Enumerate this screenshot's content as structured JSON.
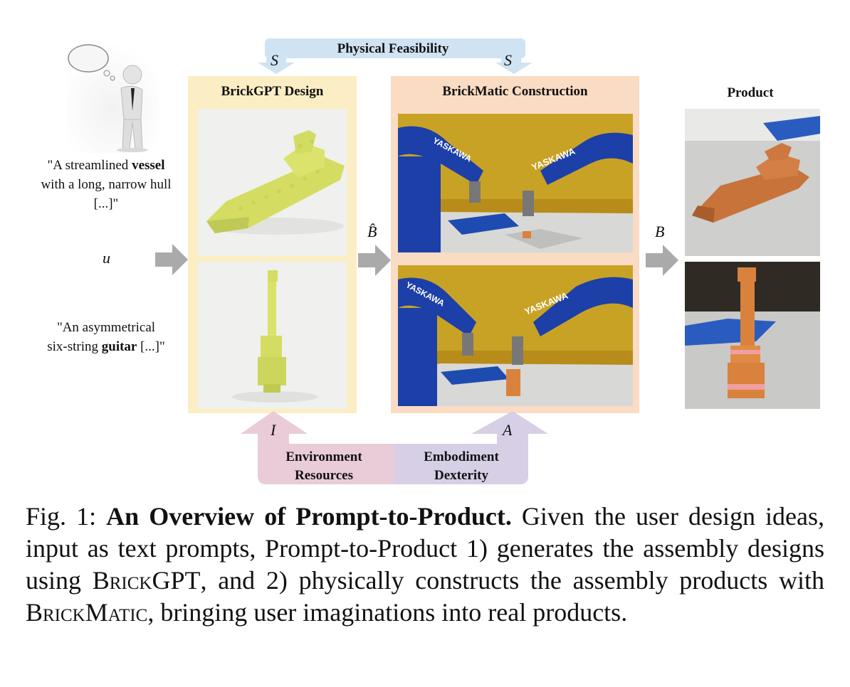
{
  "figure": {
    "feasibility_label": "Physical Feasibility",
    "s_symbol": "S",
    "design_panel_title": "BrickGPT Design",
    "construction_panel_title": "BrickMatic Construction",
    "product_title": "Product",
    "u_symbol": "u",
    "bhat_symbol": "B̂",
    "b_symbol": "B",
    "i_symbol": "I",
    "a_symbol": "A",
    "env_line1": "Environment",
    "env_line2": "Resources",
    "emb_line1": "Embodiment",
    "emb_line2": "Dexterity",
    "prompt1": {
      "part1": "\"A streamlined ",
      "bold": "vessel",
      "part2": "with a long, narrow hull",
      "part3": "[...]\""
    },
    "prompt2": {
      "part1": "\"An asymmetrical",
      "part2": "six-string ",
      "bold": "guitar",
      "part3": " [...]\""
    },
    "robot_brand": "YASKAWA",
    "colors": {
      "design_panel": "#fbeec4",
      "construction_panel": "#f9dcc3",
      "feasibility_arrow": "#cfe3f3",
      "env_arrow": "#e9ccd8",
      "emb_arrow": "#d6cfe6",
      "gray_arrow": "#aaaaaa",
      "brick_yellow": "#d9e36a",
      "brick_orange": "#d9823e",
      "robot_blue": "#1c3fa8"
    }
  },
  "caption": {
    "prefix": "Fig. 1: ",
    "title": "An Overview of Prompt-to-Product.",
    "text1": " Given the user design ideas, input as text prompts, Prompt-to-Product 1) generates the assembly designs using ",
    "brickgpt": "BrickGPT",
    "text2": ", and 2) physically constructs the assembly products with ",
    "brickmatic": "BrickMatic",
    "text3": ", bringing user imaginations into real products."
  }
}
